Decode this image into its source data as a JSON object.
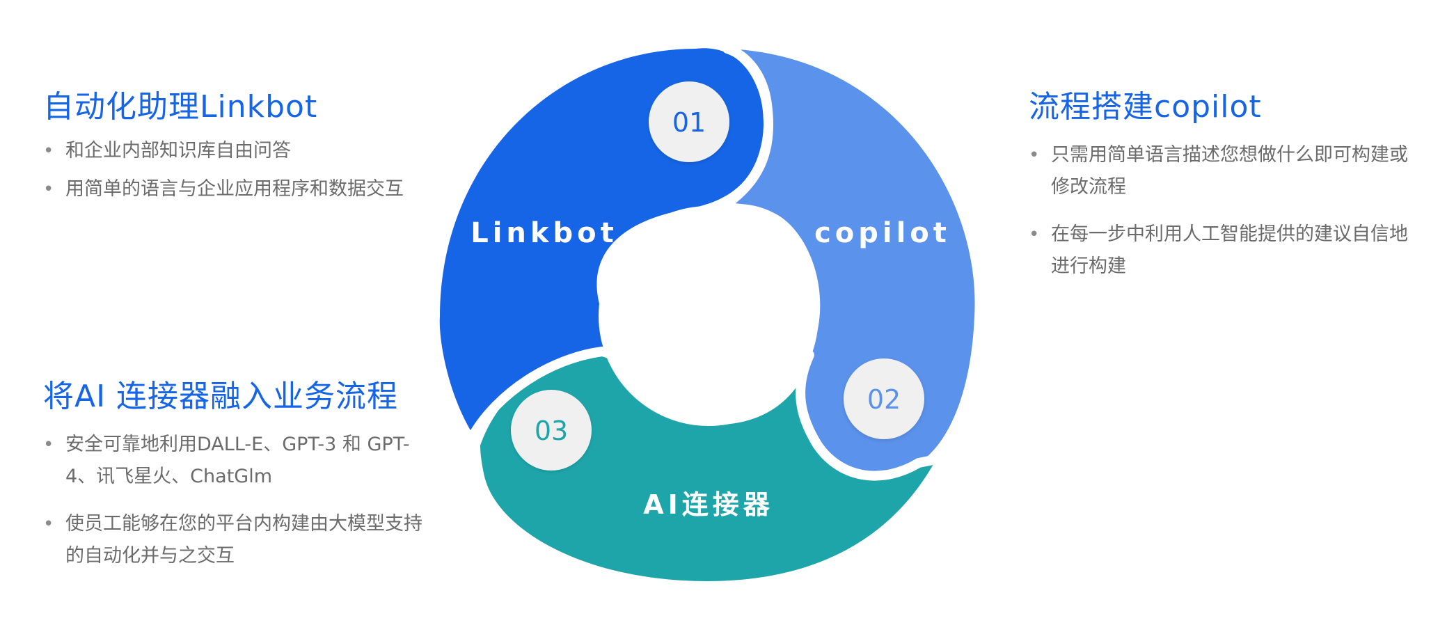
{
  "colors": {
    "accent_blue": "#1565e6",
    "light_blue": "#5b92ec",
    "teal": "#1ea5aa",
    "circle_fill": "#f0f0f0",
    "body_text": "#6b6b6b"
  },
  "sections": {
    "linkbot": {
      "title": "自动化助理Linkbot",
      "bullets": [
        "和企业内部知识库自由问答",
        "用简单的语言与企业应用程序和数据交互"
      ]
    },
    "copilot": {
      "title": "流程搭建copilot",
      "bullets": [
        "只需用简单语言描述您想做什么即可构建或修改流程",
        "在每一步中利用人工智能提供的建议自信地进行构建"
      ]
    },
    "connector": {
      "title": "将AI 连接器融入业务流程",
      "bullets": [
        "安全可靠地利用DALL-E、GPT-3 和 GPT-4、讯飞星火、ChatGlm",
        "使员工能够在您的平台内构建由大模型支持的自动化并与之交互"
      ]
    }
  },
  "cycle": {
    "segments": [
      {
        "number": "01",
        "label": "Linkbot",
        "color": "#1565e6"
      },
      {
        "number": "02",
        "label": "copilot",
        "color": "#5b92ec"
      },
      {
        "number": "03",
        "label": "AI连接器",
        "color": "#1ea5aa"
      }
    ],
    "bullet_glyph": "•"
  }
}
